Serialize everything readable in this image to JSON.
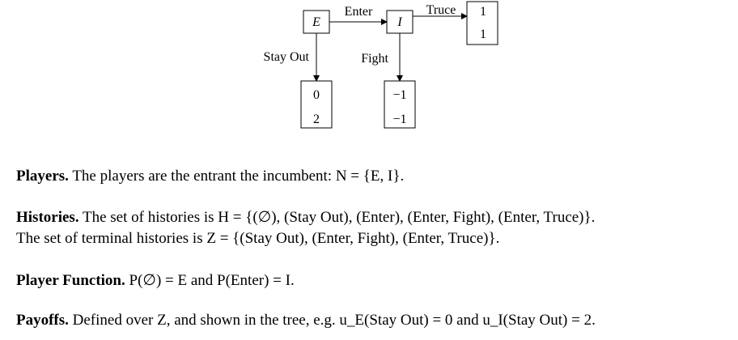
{
  "tree": {
    "nodes": {
      "entrant": "E",
      "incumbent": "I"
    },
    "actions": {
      "enter": "Enter",
      "stay_out": "Stay Out",
      "fight": "Fight",
      "truce": "Truce"
    },
    "payoffs": {
      "stay_out": [
        "0",
        "2"
      ],
      "fight": [
        "−1",
        "−1"
      ],
      "truce": [
        "1",
        "1"
      ]
    }
  },
  "text": {
    "players_heading": "Players.",
    "players_body": "The players are the entrant the incumbent: N = {E, I}.",
    "histories_heading": "Histories.",
    "histories_line1": "The set of histories is H = {(∅), (Stay Out), (Enter), (Enter, Fight), (Enter, Truce)}.",
    "histories_line2": "The set of terminal histories is Z = {(Stay Out), (Enter, Fight), (Enter, Truce)}.",
    "player_fn_heading": "Player Function.",
    "player_fn_body": "P(∅) = E and P(Enter) = I.",
    "payoffs_heading": "Payoffs.",
    "payoffs_body": "Defined over Z, and shown in the tree, e.g. u_E(Stay Out) = 0 and u_I(Stay Out) = 2."
  }
}
